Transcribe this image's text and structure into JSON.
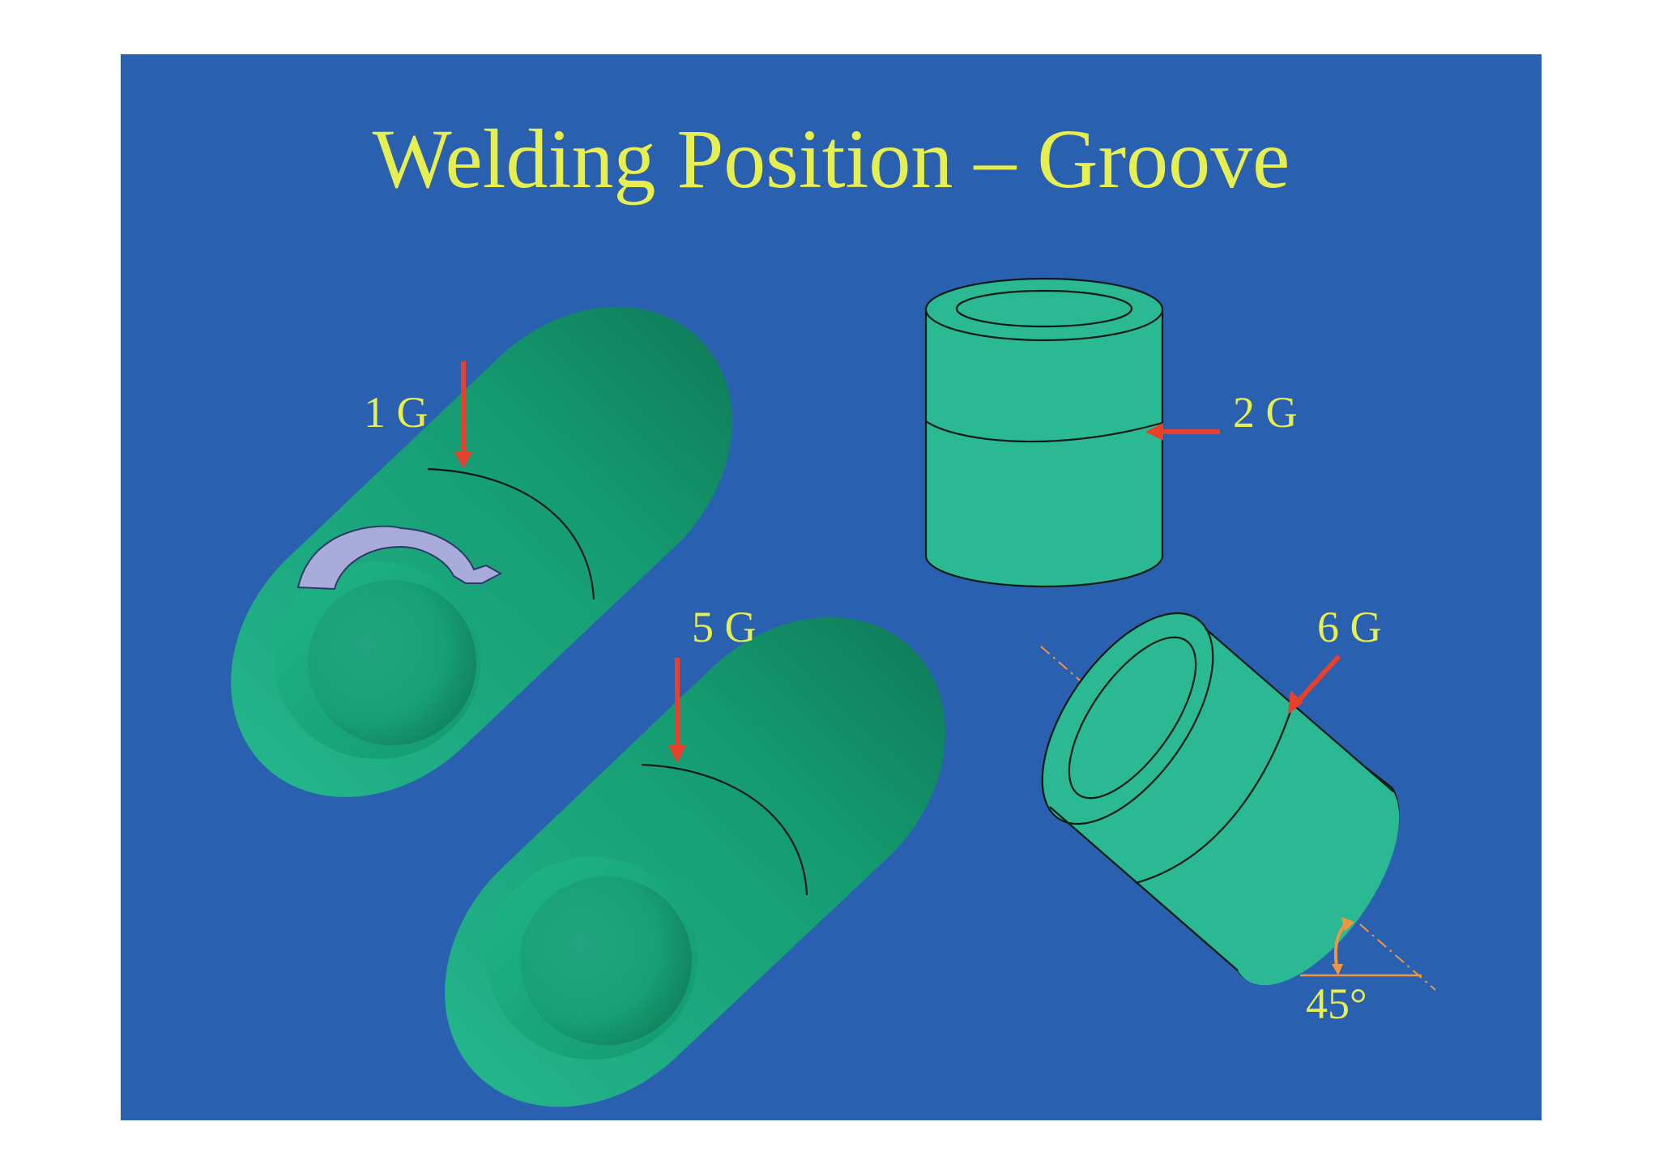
{
  "title": "Welding Position – Groove",
  "labels": {
    "pos_1g": "1 G",
    "pos_2g": "2 G",
    "pos_5g": "5 G",
    "pos_6g": "6 G",
    "angle_6g": "45°"
  },
  "colors": {
    "background": "#2a60b0",
    "title": "#e6ee50",
    "pipe": "#2ab993",
    "pipe_dark": "#0f7f5a",
    "arrow": "#e8402a",
    "angle": "#f0963c",
    "rotation_arrow": "#a9acdb"
  }
}
